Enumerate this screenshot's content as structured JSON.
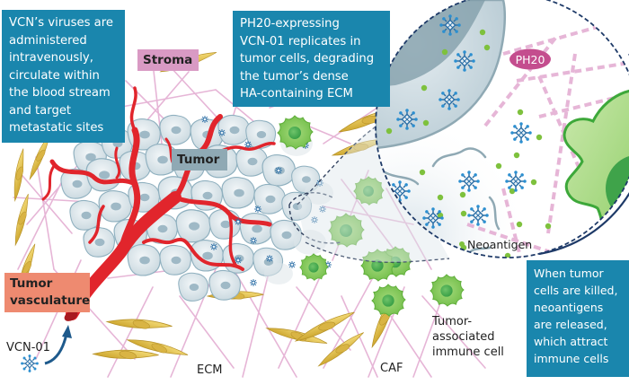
{
  "callouts": {
    "intravenous": {
      "lines": [
        "VCN’s viruses are",
        "administered",
        "intravenously,",
        "circulate within",
        "the blood stream",
        "and target",
        "metastatic sites"
      ]
    },
    "replication": {
      "lines": [
        "PH20-expressing",
        "VCN-01 replicates in",
        "tumor cells, degrading",
        "the tumor’s dense",
        "HA-containing ECM"
      ]
    },
    "neoantigens": {
      "lines": [
        "When tumor",
        "cells are killed,",
        "neoantigens",
        "are released,",
        "which attract",
        "immune cells"
      ]
    }
  },
  "labels": {
    "stroma": "Stroma",
    "tumor": "Tumor",
    "tumor_vasculature": [
      "Tumor",
      "vasculature"
    ],
    "vcn01": "VCN-01",
    "ecm": "ECM",
    "caf": "CAF",
    "immune_cell": [
      "Tumor-",
      "associated",
      "immune cell"
    ],
    "ph20": "PH20",
    "neoantigen": "Neoantigen"
  },
  "colors": {
    "callout_bg": "#1a86ad",
    "stroma_bg": "#d99ac4",
    "tumor_bg": "#8fa9b4",
    "vasculature_bg": "#ee8a70",
    "ph20_bg": "#c44d8e",
    "vessel": "#e1252c",
    "tumor_cell": "#dbe5ea",
    "immune_cell": "#7ec651",
    "caf": "#e3c24a",
    "ecm_fiber": "#e2a9d0",
    "virus": "#2c6fa6",
    "neoantigen_dot": "#7ec13d"
  }
}
